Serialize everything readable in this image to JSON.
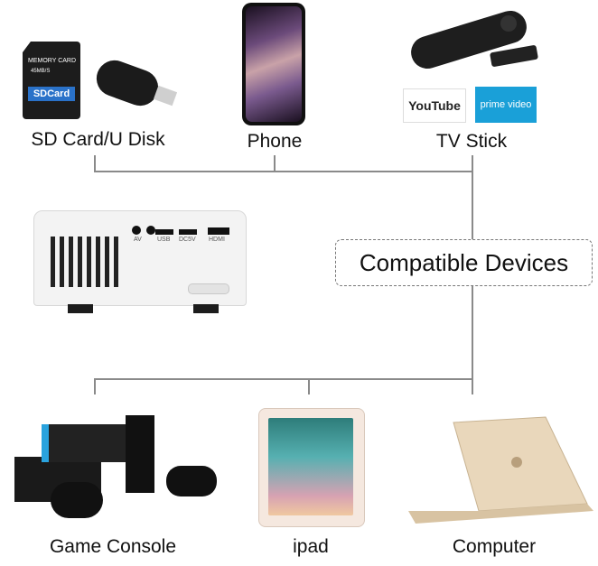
{
  "top_devices": {
    "sd_card": {
      "label": "SD Card/U Disk",
      "card_top": "MEMORY CARD",
      "card_speed": "45MB/S",
      "card_brand": "SDCard"
    },
    "phone": {
      "label": "Phone"
    },
    "tv_stick": {
      "label": "TV Stick",
      "youtube_label": "YouTube",
      "prime_label": "prime video"
    }
  },
  "center": {
    "title": "Compatible Devices",
    "projector_ports": [
      "AV",
      "USB",
      "DC5V",
      "HDMI"
    ]
  },
  "bottom_devices": {
    "game_console": {
      "label": "Game Console"
    },
    "ipad": {
      "label": "ipad"
    },
    "computer": {
      "label": "Computer"
    }
  },
  "colors": {
    "connector_line": "#8a8a8a",
    "youtube_red": "#e62117",
    "prime_blue": "#1aa0d8"
  }
}
